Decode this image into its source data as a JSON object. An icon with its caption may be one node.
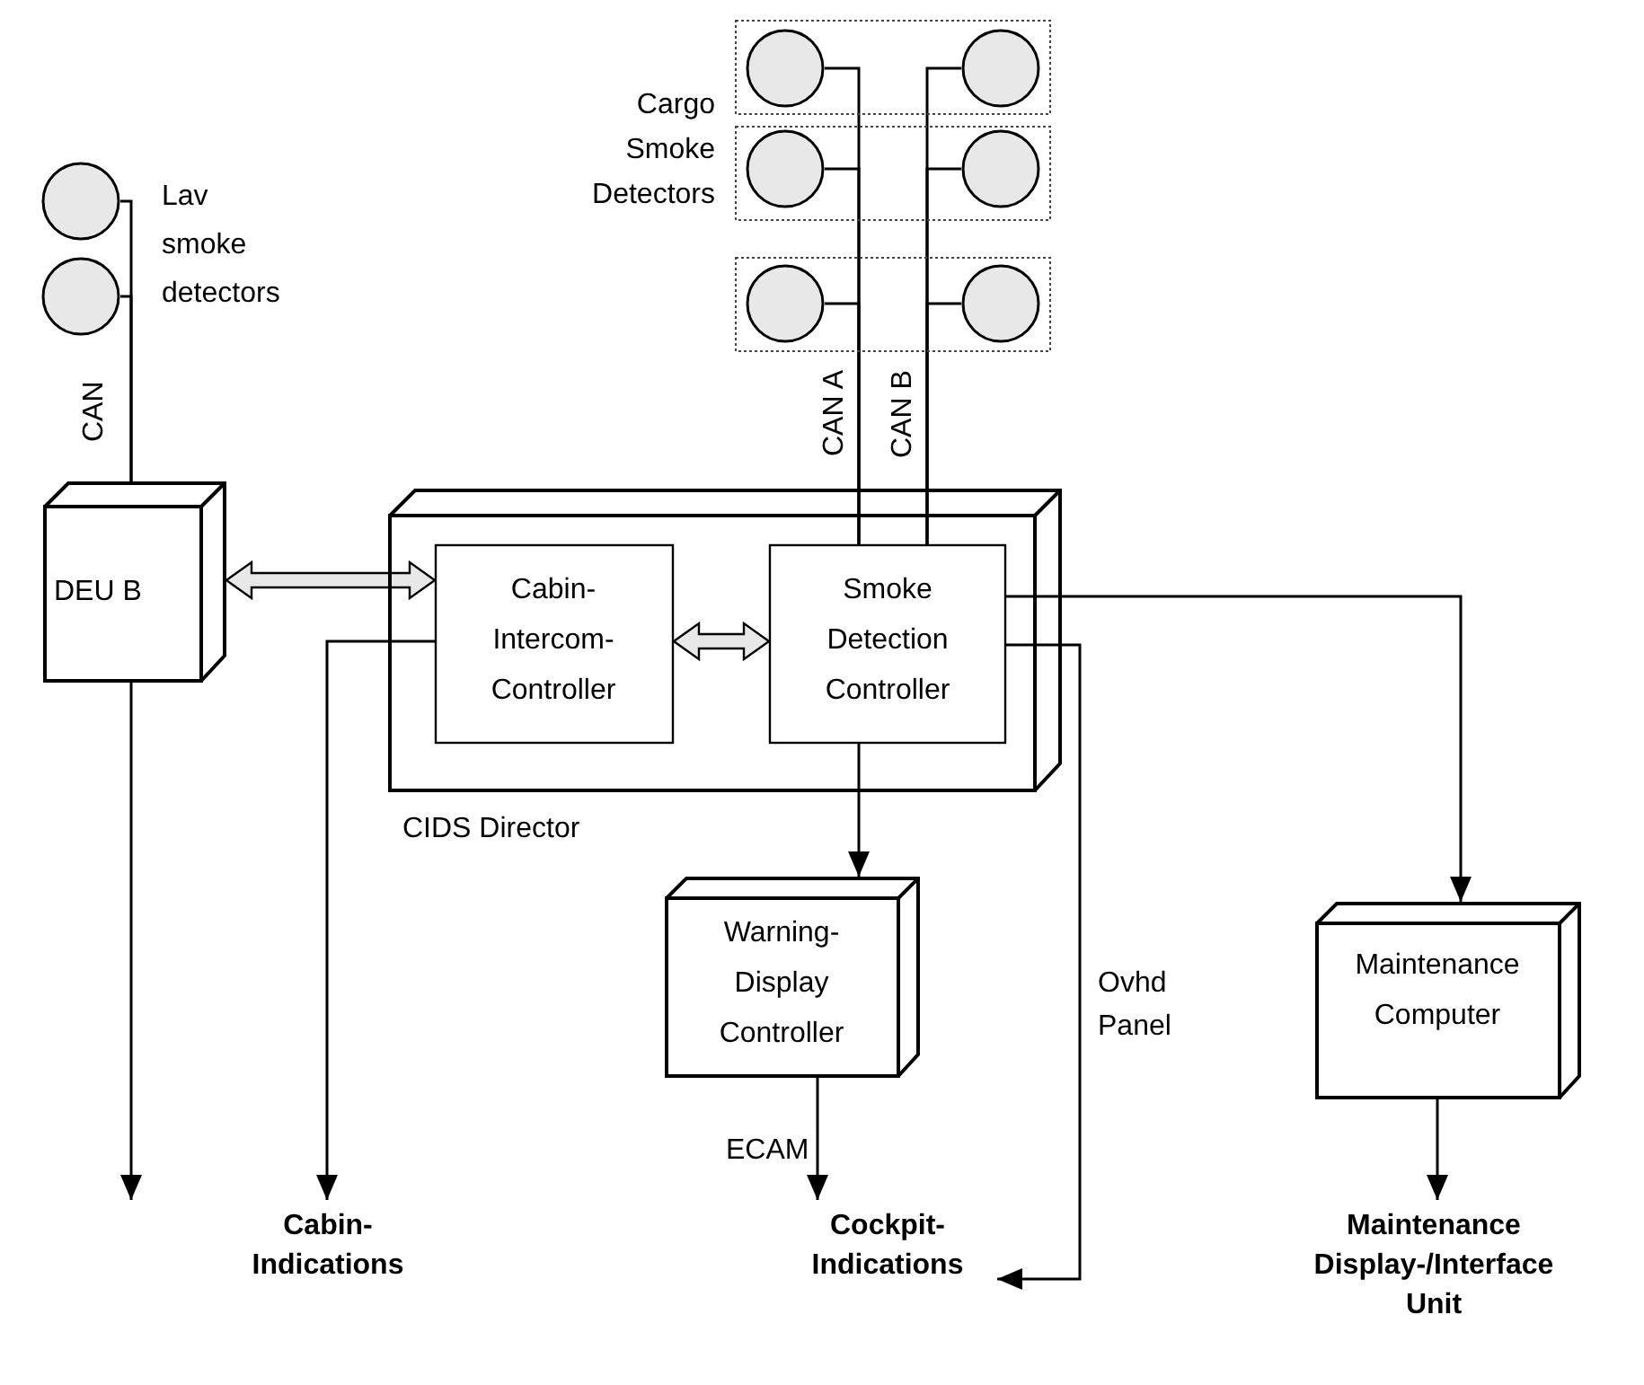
{
  "diagram": {
    "nodes": [
      {
        "text": [],
        "shape": "circle"
      },
      {
        "text": [],
        "shape": "circle"
      },
      {
        "text": [
          "DEU B"
        ]
      },
      {
        "text": [
          "CIDS Director"
        ]
      },
      {
        "text": [
          "Cabin-Intercom-Controller"
        ],
        "in": 3
      },
      {
        "text": [
          "Smoke Detection Controller"
        ],
        "in": 3
      },
      {
        "text": [
          "Warning-Display Controller"
        ]
      },
      {
        "text": [
          "Maintenance Computer"
        ]
      },
      {
        "text": [
          "Cabin-Indications"
        ]
      },
      {
        "text": [
          "Cockpit-Indications"
        ]
      },
      {
        "text": [
          "Maintenance Display-/Interface Unit"
        ]
      },
      {
        "text": [],
        "shape": "box"
      },
      {
        "text": [],
        "shape": "circle",
        "in": 11
      },
      {
        "text": [],
        "shape": "circle",
        "in": 11
      },
      {
        "text": [],
        "shape": "box"
      },
      {
        "text": [],
        "shape": "circle",
        "in": 14
      },
      {
        "text": [],
        "shape": "circle",
        "in": 14
      },
      {
        "text": [],
        "shape": "box"
      },
      {
        "text": [],
        "shape": "circle",
        "in": 17
      },
      {
        "text": [],
        "shape": "circle",
        "in": 17
      }
    ],
    "edges": [
      {
        "from": 0,
        "to": 2,
        "arrow": "none",
        "label": "CAN"
      },
      {
        "from": 1,
        "to": 2,
        "arrow": "none"
      },
      {
        "from": 2,
        "to": 4,
        "arrow": "both",
        "style": "thick"
      },
      {
        "from": 4,
        "to": 5,
        "arrow": "both",
        "style": "thick"
      },
      {
        "from": 12,
        "to": 5,
        "arrow": "none",
        "label": "CAN A"
      },
      {
        "from": 15,
        "to": 5,
        "arrow": "none"
      },
      {
        "from": 18,
        "to": 5,
        "arrow": "none"
      },
      {
        "from": 13,
        "to": 5,
        "arrow": "none",
        "label": "CAN B"
      },
      {
        "from": 16,
        "to": 5,
        "arrow": "none"
      },
      {
        "from": 19,
        "to": 5,
        "arrow": "none"
      },
      {
        "from": 5,
        "to": 6,
        "arrow": "to"
      },
      {
        "from": 5,
        "to": 7,
        "arrow": "to"
      },
      {
        "from": 5,
        "to": 9,
        "arrow": "to",
        "label": "Ovhd Panel"
      },
      {
        "from": 6,
        "to": 9,
        "arrow": "to",
        "label": "ECAM"
      },
      {
        "from": 7,
        "to": 10,
        "arrow": "to"
      },
      {
        "from": 2,
        "to": 8,
        "arrow": "to"
      },
      {
        "from": 4,
        "to": 8,
        "arrow": "to"
      }
    ],
    "labels": [
      "Lav smoke detectors",
      "Cargo Smoke Detectors"
    ]
  }
}
